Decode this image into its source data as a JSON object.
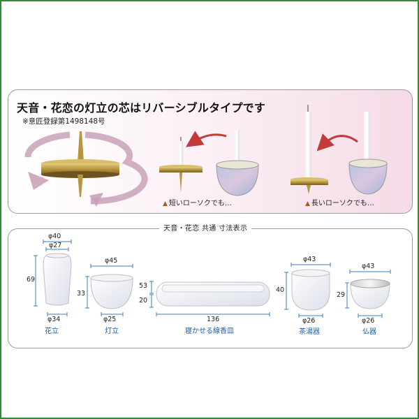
{
  "feature_panel": {
    "title": "天音・花恋の灯立の芯はリバーシブルタイプです",
    "registration": "※意匠登録第1498148号",
    "short_caption": "短いローソクでも…",
    "long_caption": "長いローソクでも…",
    "caption_marker": "▲"
  },
  "dimensions_panel": {
    "header": "天音・花恋 共通 寸法表示",
    "items": [
      {
        "name": "花立",
        "top_outer": "φ40",
        "top_inner": "φ27",
        "height": "69",
        "base": "φ34"
      },
      {
        "name": "灯立",
        "top": "φ45",
        "height": "33",
        "base": "φ25"
      },
      {
        "name": "寝かせる線香皿",
        "width": "136",
        "depth_top": "53",
        "depth_bottom": "20"
      },
      {
        "name": "茶湯器",
        "top": "φ43",
        "height": "40",
        "base": "φ26"
      },
      {
        "name": "仏器",
        "top": "φ43",
        "height": "29",
        "base": "φ26"
      }
    ]
  },
  "colors": {
    "frame": "#2e8b3a",
    "label_blue": "#1a5ea8",
    "dim_line": "#3a7fc0",
    "arrow_red": "#c23a3a",
    "brass": "#b8963f"
  }
}
